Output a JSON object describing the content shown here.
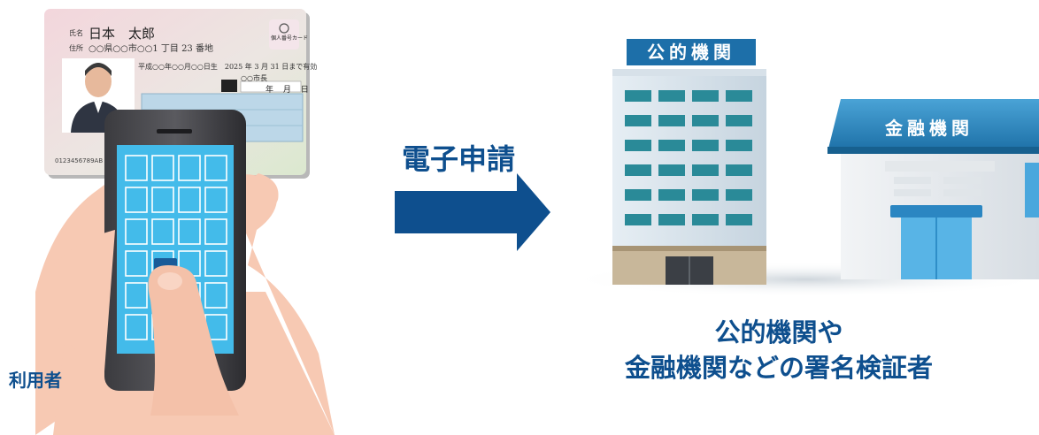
{
  "user_label": "利用者",
  "arrow_label": "電子申請",
  "public_institution": "公的機関",
  "financial_institution": "金融機関",
  "caption": {
    "line1": "公的機関や",
    "line2": "金融機関などの署名検証者"
  },
  "card": {
    "name_label": "氏名",
    "name": "日本　太郎",
    "address_label": "住所",
    "address": "○○県○○市○○1 丁目 23 番地",
    "birth_expiry": "平成○○年○○月○○日生　2025 年 3 月 31 日まで有効",
    "issuer": "○○市長",
    "date_fields": "年 月 日",
    "badge": "個人番号カード",
    "number": "0123456789AB"
  },
  "colors": {
    "accent": "#0e4f8e",
    "arrow": "#0e4f8e",
    "public_label_bg": "#1d6fa9",
    "bank_roof": "#1f7fb8",
    "phone_screen": "#3fb6e8",
    "skin": "#f6c8b3"
  },
  "icons": {
    "card": "my-number-card-icon",
    "phone": "smartphone-icon",
    "arrow": "right-arrow-icon",
    "public": "office-building-icon",
    "bank": "bank-building-icon"
  }
}
